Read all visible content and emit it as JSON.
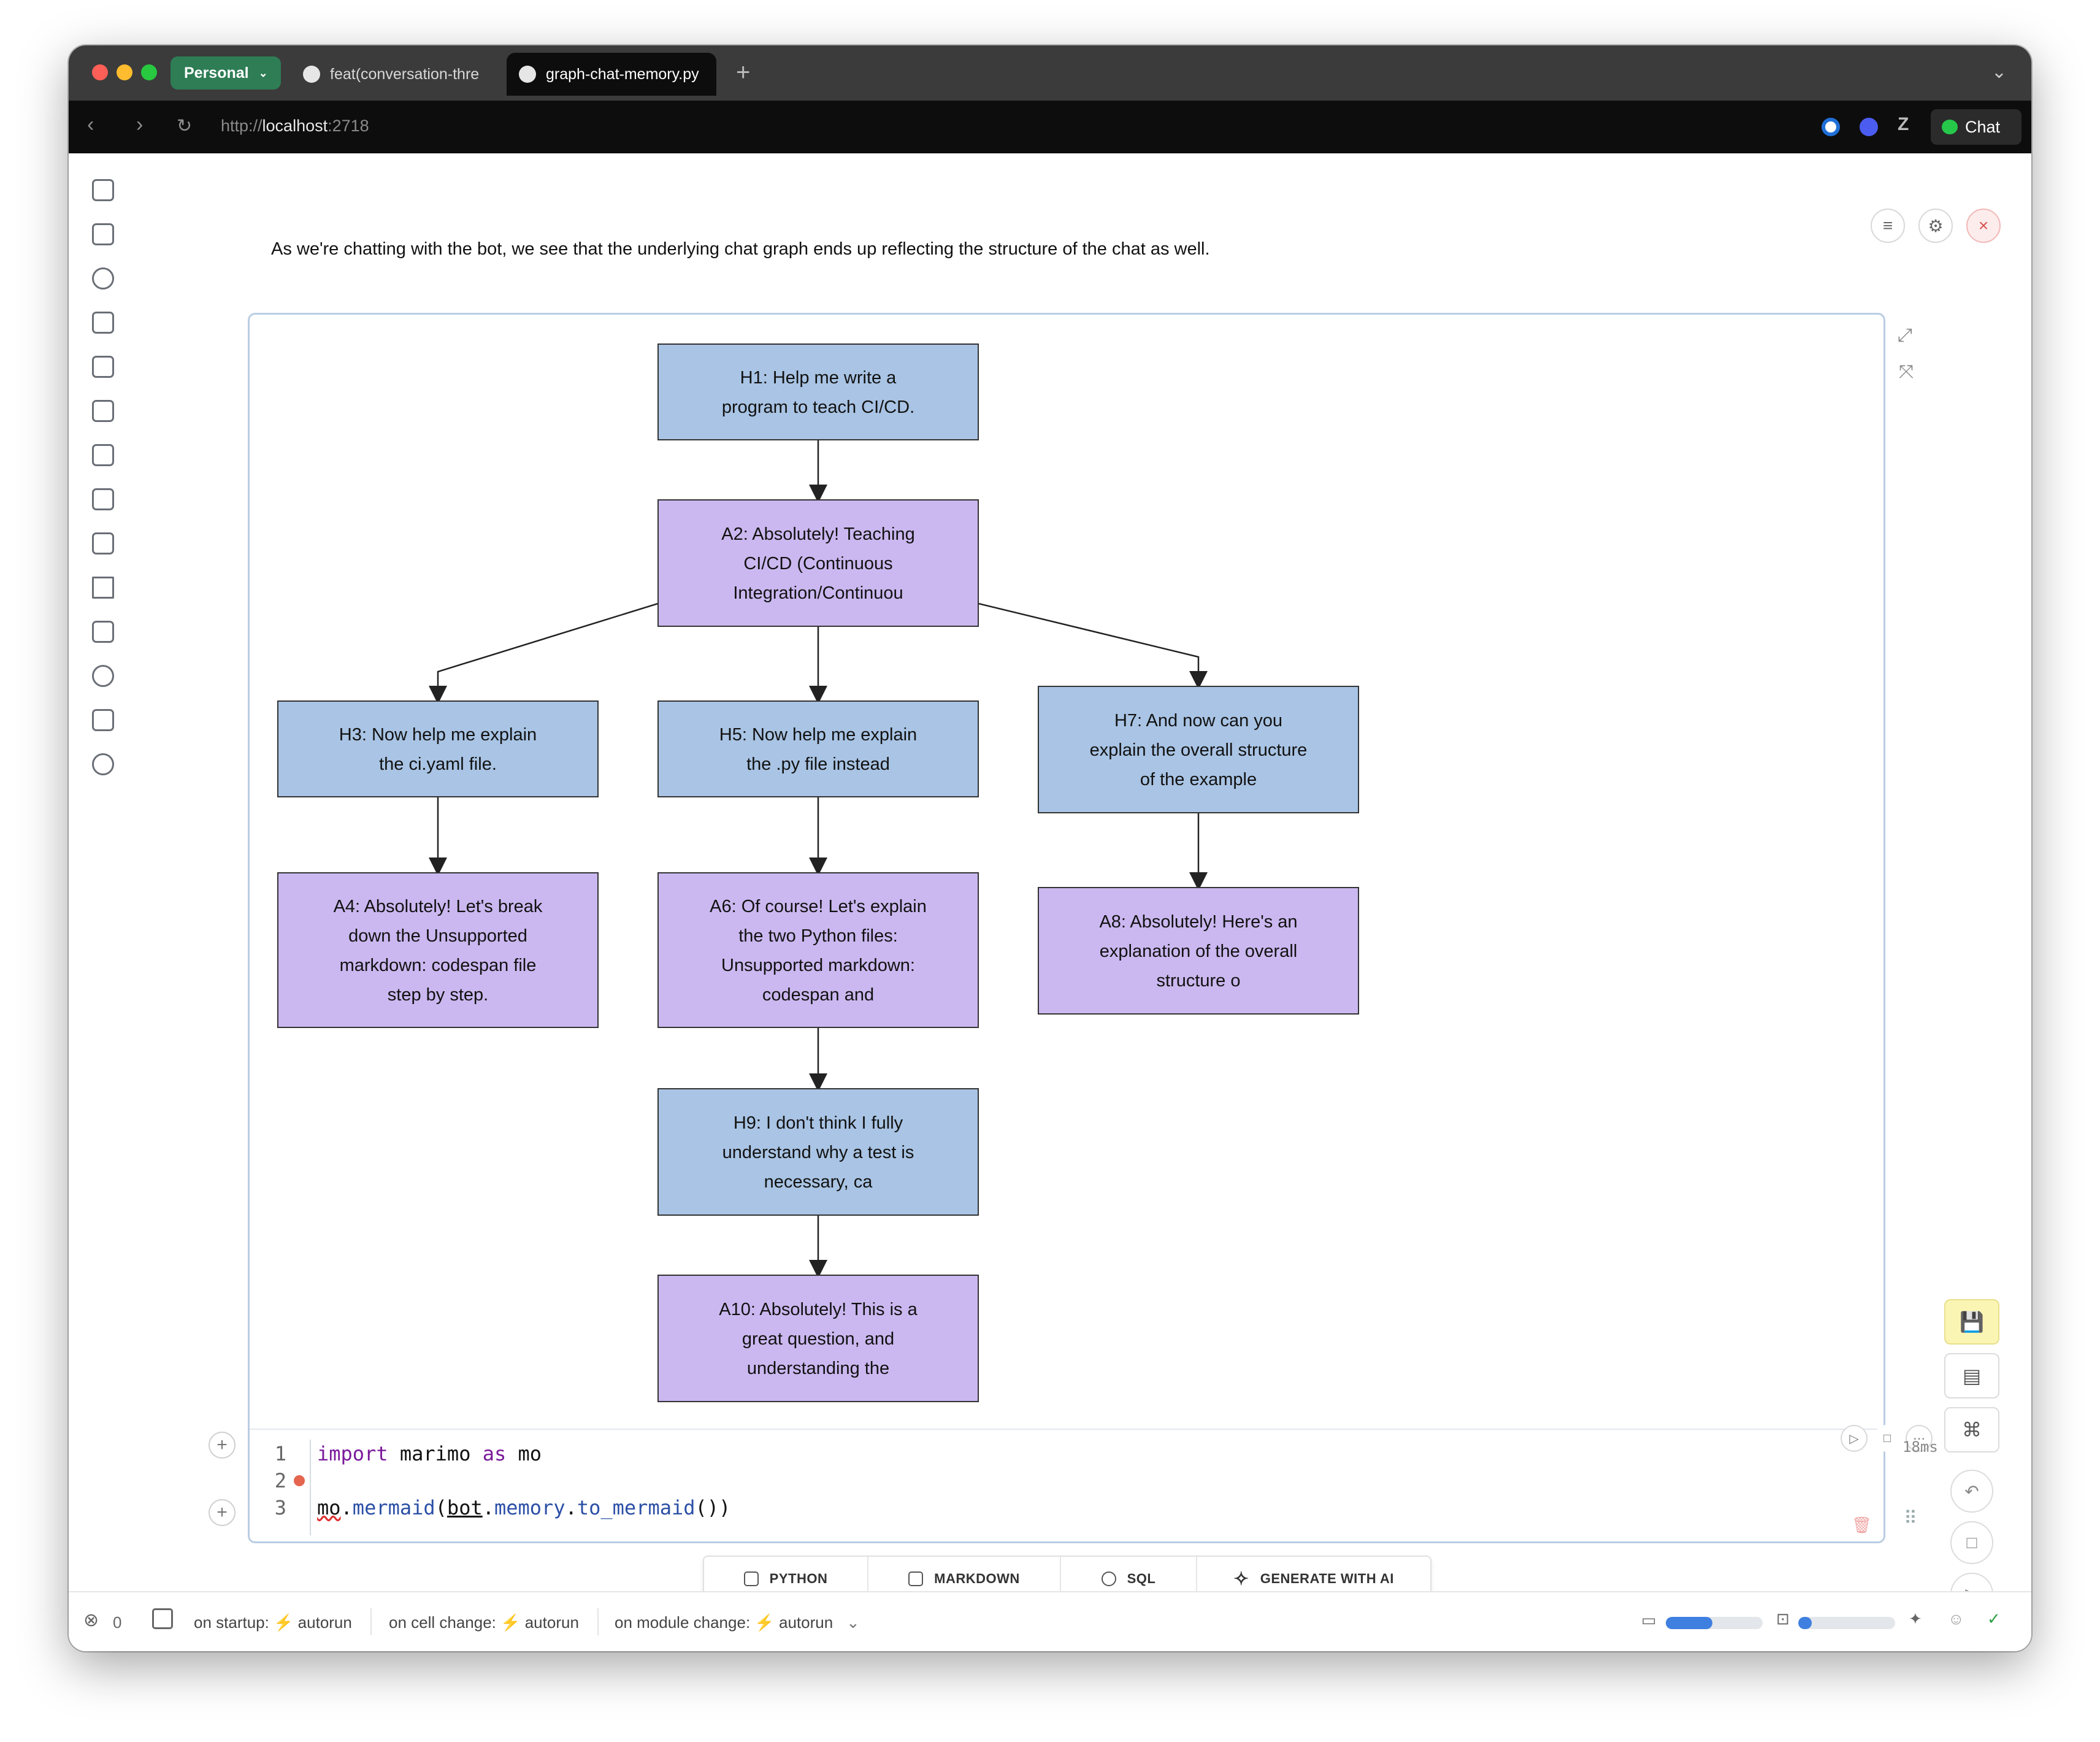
{
  "browser": {
    "profile_label": "Personal",
    "tabs": [
      {
        "title": "feat(conversation-thre"
      },
      {
        "title": "graph-chat-memory.py"
      }
    ],
    "url_scheme": "http://",
    "url_host": "localhost",
    "url_port": ":2718",
    "chat_label": "Chat"
  },
  "notebook": {
    "intro_text": "As we're chatting with the bot, we see that the underlying chat graph ends up reflecting the structure of the chat as well.",
    "graph": {
      "nodes": [
        {
          "id": "h1",
          "kind": "human",
          "lines": [
            "H1: Help me write a",
            "program to teach CI/CD."
          ]
        },
        {
          "id": "a2",
          "kind": "ai",
          "lines": [
            "A2: Absolutely! Teaching",
            "CI/CD (Continuous",
            "Integration/Continuou"
          ]
        },
        {
          "id": "h3",
          "kind": "human",
          "lines": [
            "H3: Now help me explain",
            "the ci.yaml file."
          ]
        },
        {
          "id": "h5",
          "kind": "human",
          "lines": [
            "H5: Now help me explain",
            "the .py file instead"
          ]
        },
        {
          "id": "h7",
          "kind": "human",
          "lines": [
            "H7: And now can you",
            "explain the overall structure",
            "of the example"
          ]
        },
        {
          "id": "a4",
          "kind": "ai",
          "lines": [
            "A4: Absolutely! Let's break",
            "down the Unsupported",
            "markdown: codespan file",
            "step by step."
          ]
        },
        {
          "id": "a6",
          "kind": "ai",
          "lines": [
            "A6: Of course! Let's explain",
            "the two Python files:",
            "Unsupported markdown:",
            "codespan and"
          ]
        },
        {
          "id": "a8",
          "kind": "ai",
          "lines": [
            "A8: Absolutely! Here's an",
            "explanation of the overall",
            "structure o"
          ]
        },
        {
          "id": "h9",
          "kind": "human",
          "lines": [
            "H9: I don't think I fully",
            "understand why a test is",
            "necessary, ca"
          ]
        },
        {
          "id": "a10",
          "kind": "ai",
          "lines": [
            "A10: Absolutely! This is a",
            "great question, and",
            "understanding the"
          ]
        }
      ],
      "edges": [
        [
          "h1",
          "a2"
        ],
        [
          "a2",
          "h3"
        ],
        [
          "a2",
          "h5"
        ],
        [
          "a2",
          "h7"
        ],
        [
          "h3",
          "a4"
        ],
        [
          "h5",
          "a6"
        ],
        [
          "h7",
          "a8"
        ],
        [
          "a6",
          "h9"
        ],
        [
          "h9",
          "a10"
        ]
      ],
      "colors": {
        "human": "#a9c4e4",
        "ai": "#cbb8f0",
        "stroke": "#333333"
      }
    },
    "code": {
      "line_numbers": [
        "1",
        "2",
        "3"
      ],
      "line1": {
        "kw1": "import",
        "mod": " marimo ",
        "kw2": "as",
        "alias": " mo"
      },
      "line3": {
        "obj": "mo",
        "dot1": ".",
        "fn1": "mermaid",
        "p1": "(",
        "arg": "bot",
        "dot2": ".",
        "attr": "memory",
        "dot3": ".",
        "fn2": "to_mermaid",
        "p2": "())"
      }
    },
    "timing": "18ms",
    "add_cell_buttons": [
      {
        "label": "PYTHON",
        "icon": "python-icon"
      },
      {
        "label": "MARKDOWN",
        "icon": "markdown-icon"
      },
      {
        "label": "SQL",
        "icon": "database-icon"
      },
      {
        "label": "GENERATE WITH AI",
        "icon": "sparkle-icon"
      }
    ]
  },
  "footer": {
    "error_count": "0",
    "startup": "on startup: ⚡ autorun",
    "cell_change": "on cell change: ⚡ autorun",
    "module_change": "on module change: ⚡ autorun",
    "memory_usage_fraction": 0.48,
    "cpu_usage_fraction": 0.14
  },
  "colors": {
    "accent": "#2e7d55",
    "save_button": "#fbf5b4",
    "close_red": "#d9534f"
  }
}
